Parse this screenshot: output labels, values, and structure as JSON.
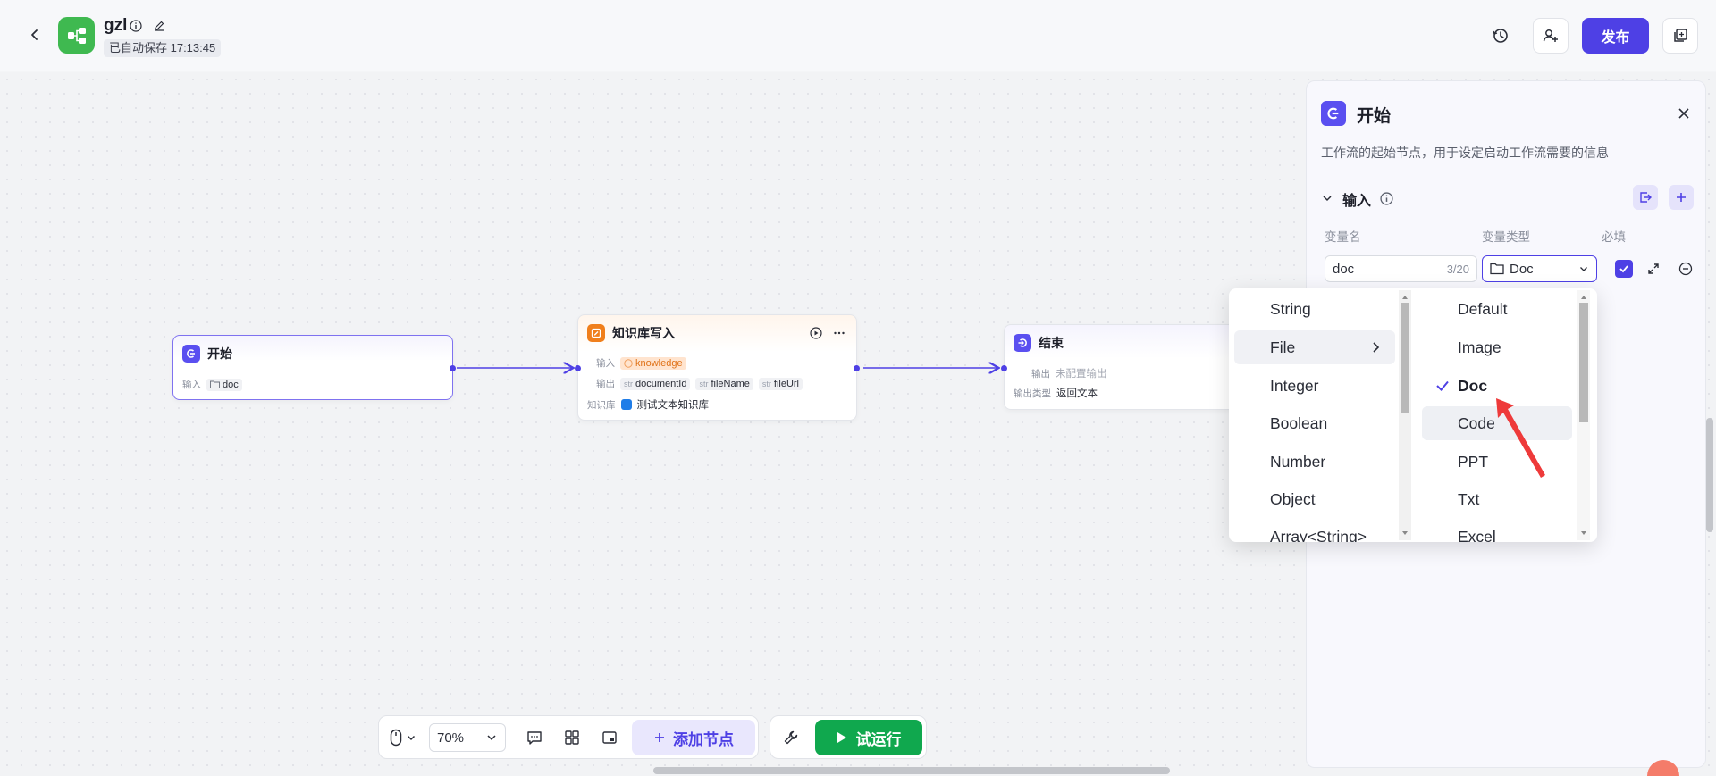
{
  "header": {
    "app_name": "gzl",
    "autosave": "已自动保存 17:13:45",
    "publish_label": "发布",
    "brand_color": "#4e40e5",
    "logo_color": "#3fb950"
  },
  "nodes": {
    "start": {
      "title": "开始",
      "input_label": "输入",
      "input_value": "doc"
    },
    "kb_write": {
      "title": "知识库写入",
      "input_label": "输入",
      "input_value": "knowledge",
      "output_label": "输出",
      "type_prefix": "str",
      "outputs": [
        "documentId",
        "fileName",
        "fileUrl"
      ],
      "kb_label": "知识库",
      "kb_value": "测试文本知识库"
    },
    "end": {
      "title": "结束",
      "output_label": "输出",
      "output_value": "未配置输出",
      "output_type_label": "输出类型",
      "output_type_value": "返回文本"
    }
  },
  "toolbar": {
    "zoom": "70%",
    "add_node_label": "添加节点",
    "run_label": "试运行",
    "run_color": "#10a84e"
  },
  "panel": {
    "title": "开始",
    "description": "工作流的起始节点，用于设定启动工作流需要的信息",
    "section_title": "输入",
    "col_var_name": "变量名",
    "col_var_type": "变量类型",
    "col_required": "必填",
    "var_name_value": "doc",
    "var_name_count": "3/20",
    "var_type_value": "Doc",
    "required_checked": true
  },
  "cascader": {
    "types": [
      "String",
      "File",
      "Integer",
      "Boolean",
      "Number",
      "Object",
      "Array<String>"
    ],
    "active_type": "File",
    "file_subtypes": [
      "Default",
      "Image",
      "Doc",
      "Code",
      "PPT",
      "Txt",
      "Excel"
    ],
    "selected_subtype": "Doc",
    "hovered_subtype": "Code"
  }
}
